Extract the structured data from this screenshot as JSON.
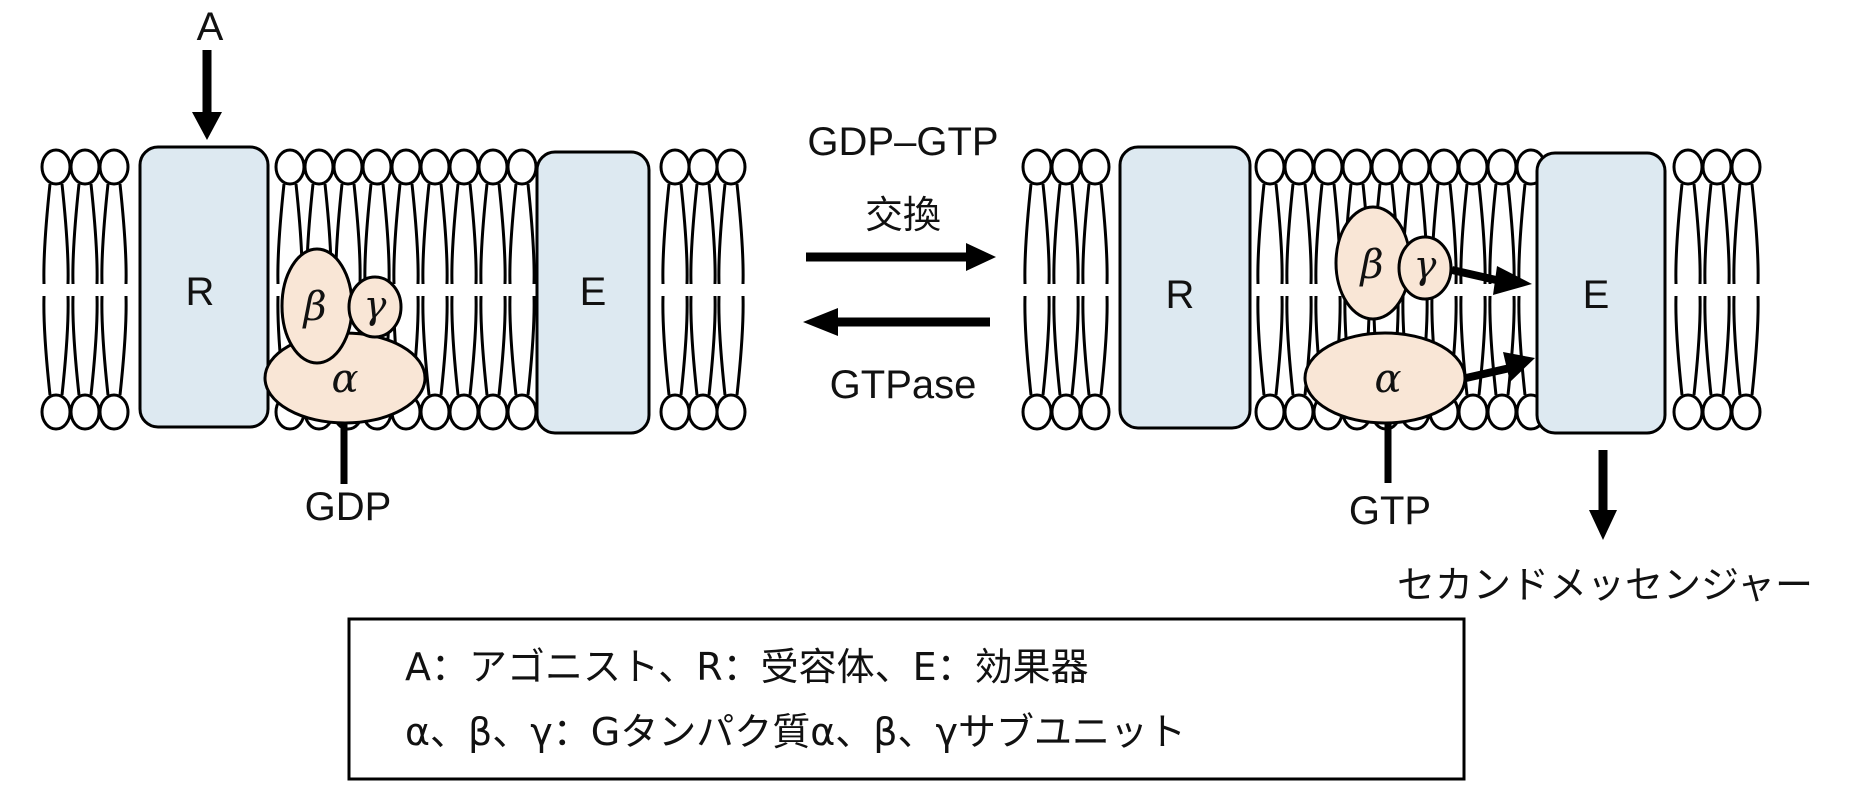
{
  "colors": {
    "protein_box": "#dde9f1",
    "g_protein": "#f9e6d6",
    "stroke": "#000000",
    "text": "#111111"
  },
  "left_panel": {
    "agonist_label": "A",
    "receptor_label": "R",
    "effector_label": "E",
    "beta_label": "β",
    "gamma_label": "γ",
    "alpha_label": "α",
    "nucleotide_label": "GDP"
  },
  "middle": {
    "top_label": "GDP–GTP",
    "exchange_label": "交換",
    "bottom_label": "GTPase"
  },
  "right_panel": {
    "receptor_label": "R",
    "effector_label": "E",
    "beta_label": "β",
    "gamma_label": "γ",
    "alpha_label": "α",
    "nucleotide_label": "GTP",
    "output_label": "セカンドメッセンジャー"
  },
  "legend": {
    "line1": "A：アゴニスト、R：受容体、E：効果器",
    "line2": "α、β、γ：Gタンパク質α、β、γサブユニット"
  }
}
